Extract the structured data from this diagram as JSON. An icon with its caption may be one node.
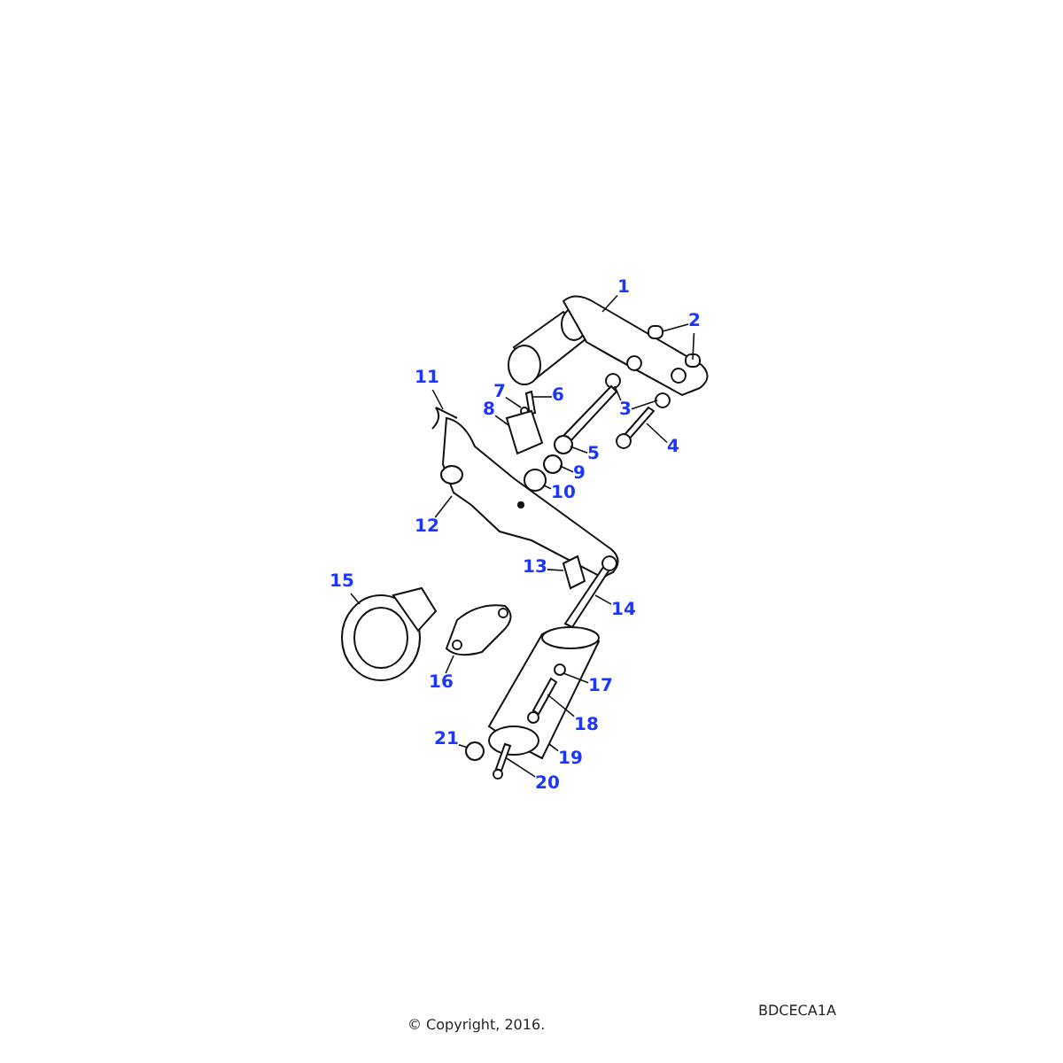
{
  "diagram": {
    "nodes": [
      {
        "text": [
          "1"
        ]
      },
      {
        "text": [
          "2"
        ]
      },
      {
        "text": [
          "3"
        ]
      },
      {
        "text": [
          "4"
        ]
      },
      {
        "text": [
          "5"
        ]
      },
      {
        "text": [
          "6"
        ]
      },
      {
        "text": [
          "7"
        ]
      },
      {
        "text": [
          "8"
        ]
      },
      {
        "text": [
          "9"
        ]
      },
      {
        "text": [
          "10"
        ]
      },
      {
        "text": [
          "11"
        ]
      },
      {
        "text": [
          "12"
        ]
      },
      {
        "text": [
          "13"
        ]
      },
      {
        "text": [
          "14"
        ]
      },
      {
        "text": [
          "15"
        ]
      },
      {
        "text": [
          "16"
        ]
      },
      {
        "text": [
          "17"
        ]
      },
      {
        "text": [
          "18"
        ]
      },
      {
        "text": [
          "19"
        ]
      },
      {
        "text": [
          "20"
        ]
      },
      {
        "text": [
          "21"
        ]
      },
      {
        "text": [],
        "shape": "picture"
      },
      {
        "text": [],
        "shape": "box"
      },
      {
        "text": [],
        "shape": "box",
        "in": 21
      },
      {
        "text": [],
        "shape": "circle"
      },
      {
        "text": [],
        "shape": "circle"
      },
      {
        "text": [],
        "shape": "picture"
      },
      {
        "text": [],
        "shape": "picture"
      },
      {
        "text": [],
        "shape": "picture"
      },
      {
        "text": [],
        "shape": "circle"
      },
      {
        "text": [],
        "shape": "picture"
      },
      {
        "text": [],
        "shape": "circle"
      },
      {
        "text": [],
        "shape": "circle"
      },
      {
        "text": [],
        "shape": "picture"
      },
      {
        "text": [],
        "shape": "picture"
      },
      {
        "text": [],
        "shape": "picture"
      },
      {
        "text": [],
        "shape": "picture"
      },
      {
        "text": [],
        "shape": "picture"
      },
      {
        "text": [],
        "shape": "picture"
      },
      {
        "text": [],
        "shape": "circle",
        "in": 41
      },
      {
        "text": [],
        "shape": "picture",
        "in": 41
      },
      {
        "text": [],
        "shape": "picture"
      },
      {
        "text": [],
        "shape": "picture"
      },
      {
        "text": [],
        "shape": "circle"
      }
    ],
    "edges": [
      {
        "from": 0,
        "to": 21,
        "arrow": "none"
      },
      {
        "from": 1,
        "to": 22,
        "arrow": "none"
      },
      {
        "from": 1,
        "to": 23,
        "arrow": "none"
      },
      {
        "from": 2,
        "to": 24,
        "arrow": "none"
      },
      {
        "from": 2,
        "to": 25,
        "arrow": "none"
      },
      {
        "from": 3,
        "to": 26,
        "arrow": "none"
      },
      {
        "from": 4,
        "to": 27,
        "arrow": "none"
      },
      {
        "from": 5,
        "to": 28,
        "arrow": "none"
      },
      {
        "from": 6,
        "to": 29,
        "arrow": "none"
      },
      {
        "from": 7,
        "to": 30,
        "arrow": "none"
      },
      {
        "from": 8,
        "to": 31,
        "arrow": "none"
      },
      {
        "from": 9,
        "to": 32,
        "arrow": "none"
      },
      {
        "from": 10,
        "to": 33,
        "arrow": "none"
      },
      {
        "from": 11,
        "to": 34,
        "arrow": "none"
      },
      {
        "from": 12,
        "to": 35,
        "arrow": "none"
      },
      {
        "from": 13,
        "to": 36,
        "arrow": "none"
      },
      {
        "from": 14,
        "to": 37,
        "arrow": "none"
      },
      {
        "from": 15,
        "to": 38,
        "arrow": "none"
      },
      {
        "from": 16,
        "to": 39,
        "arrow": "none"
      },
      {
        "from": 17,
        "to": 40,
        "arrow": "none"
      },
      {
        "from": 18,
        "to": 41,
        "arrow": "none"
      },
      {
        "from": 19,
        "to": 42,
        "arrow": "none"
      },
      {
        "from": 20,
        "to": 43,
        "arrow": "none"
      }
    ],
    "labels": [
      "BDCECA1A",
      "© Copyright, 2016."
    ]
  }
}
